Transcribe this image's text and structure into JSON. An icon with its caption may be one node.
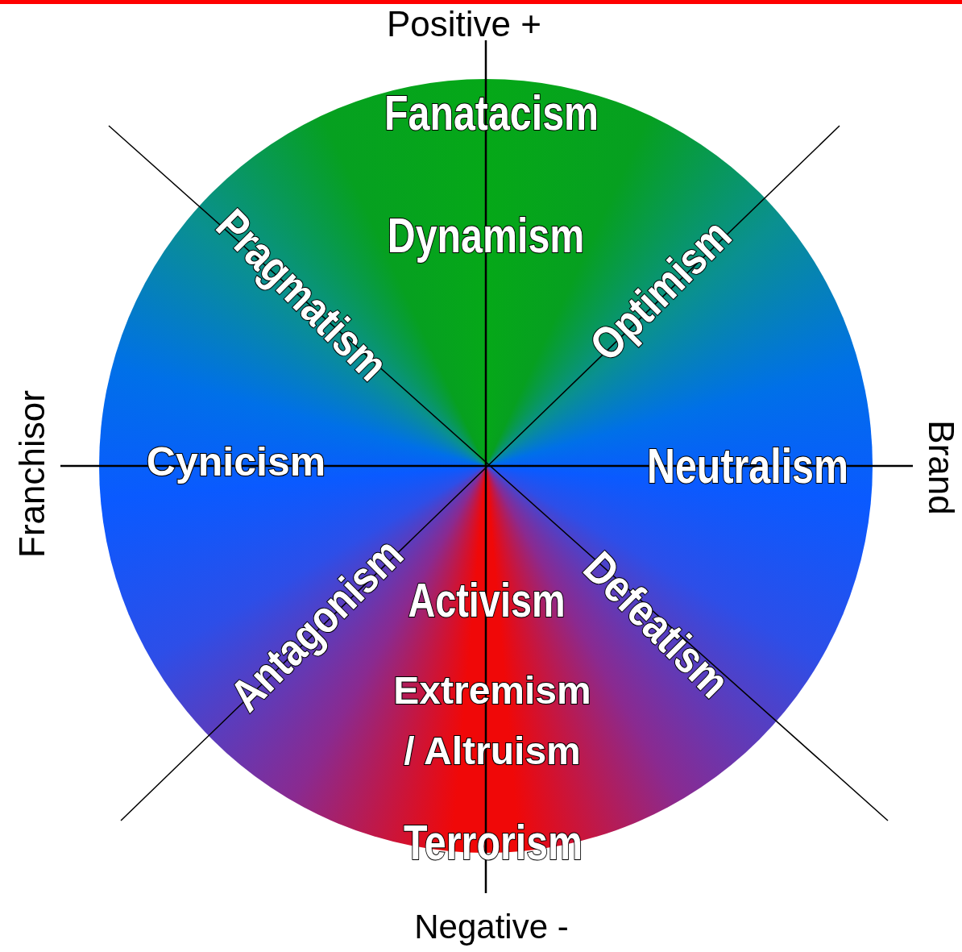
{
  "diagram": {
    "labels": [
      "Positive +",
      "Fanatacism",
      "Dynamism",
      "Pragmatism",
      "Optimism",
      "Franchisor",
      "Cynicism",
      "Neutralism",
      "Brand",
      "Antagonism",
      "Activism",
      "Defeatism",
      "Extremism",
      "/ Altruism",
      "Terrorism",
      "Negative -"
    ]
  }
}
